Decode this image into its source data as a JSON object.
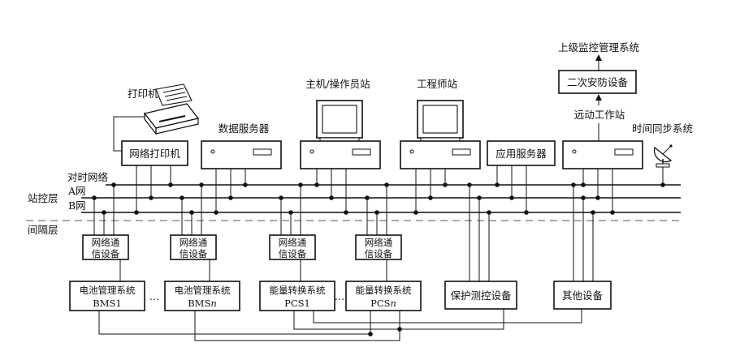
{
  "layers": {
    "time_network": "对时网络",
    "station_layer": "站控层",
    "net_a": "A网",
    "net_b": "B网",
    "bay_layer": "间隔层"
  },
  "station_devices": {
    "printer": "打印机",
    "network_printer": "网络打印机",
    "data_server": "数据服务器",
    "host_station": "主机/操作员站",
    "engineer_station": "工程师站",
    "app_server": "应用服务器",
    "remote_station": "远动工作站",
    "secondary_security": "二次安防设备",
    "upper_system": "上级监控管理系统",
    "time_sync": "时间同步系统"
  },
  "bay_devices": {
    "comm_units": [
      {
        "line1": "网络通",
        "line2": "信设备"
      },
      {
        "line1": "网络通",
        "line2": "信设备"
      },
      {
        "line1": "网络通",
        "line2": "信设备"
      },
      {
        "line1": "网络通",
        "line2": "信设备"
      }
    ],
    "units": [
      {
        "line1": "电池管理系统",
        "line2": "BMS1"
      },
      {
        "line1": "电池管理系统",
        "line2_prefix": "BMS",
        "line2_italic": "n"
      },
      {
        "line1": "能量转换系统",
        "line2": "PCS1"
      },
      {
        "line1": "能量转换系统",
        "line2_prefix": "PCS",
        "line2_italic": "n"
      }
    ],
    "protection": "保护测控设备",
    "other": "其他设备",
    "ellipsis": "…"
  }
}
